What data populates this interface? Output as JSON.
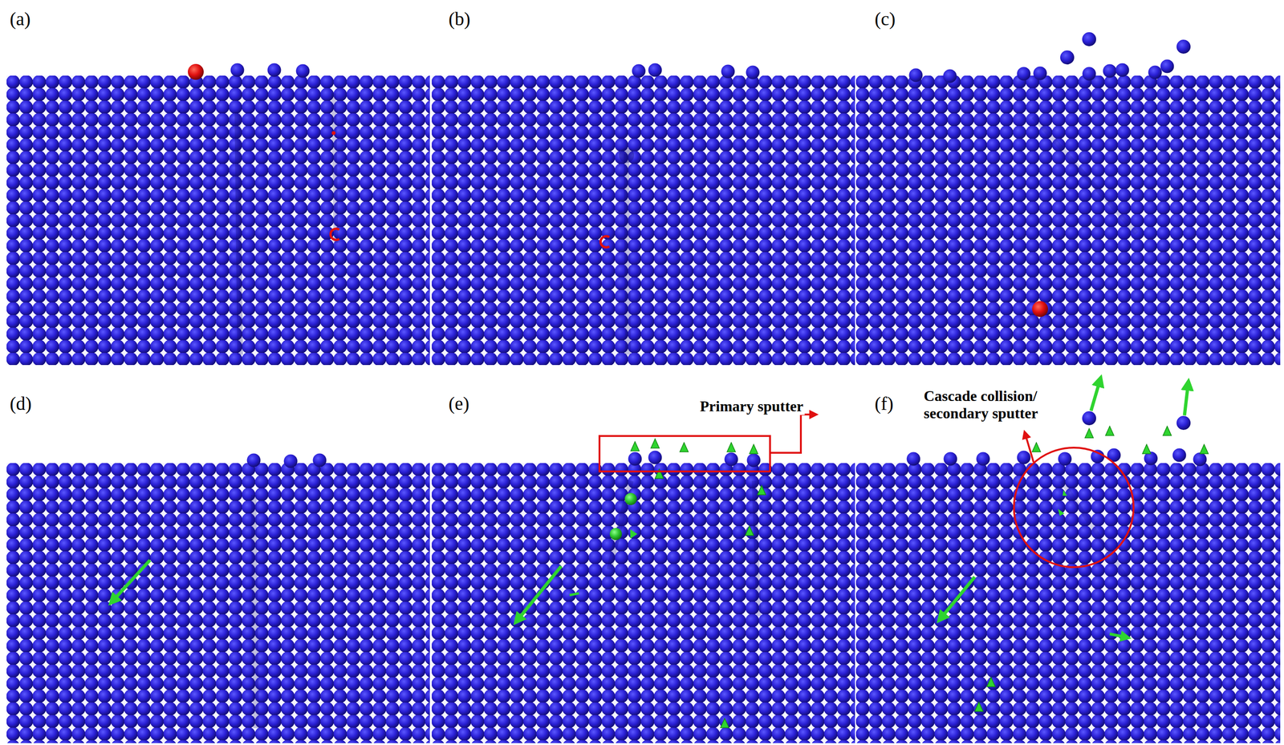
{
  "diagram": {
    "labels": [
      "(a)",
      "(b)",
      "(c)",
      "(d)",
      "(e)",
      "(f)",
      "Primary sputter",
      "Cascade collision/ secondary sputter"
    ]
  }
}
